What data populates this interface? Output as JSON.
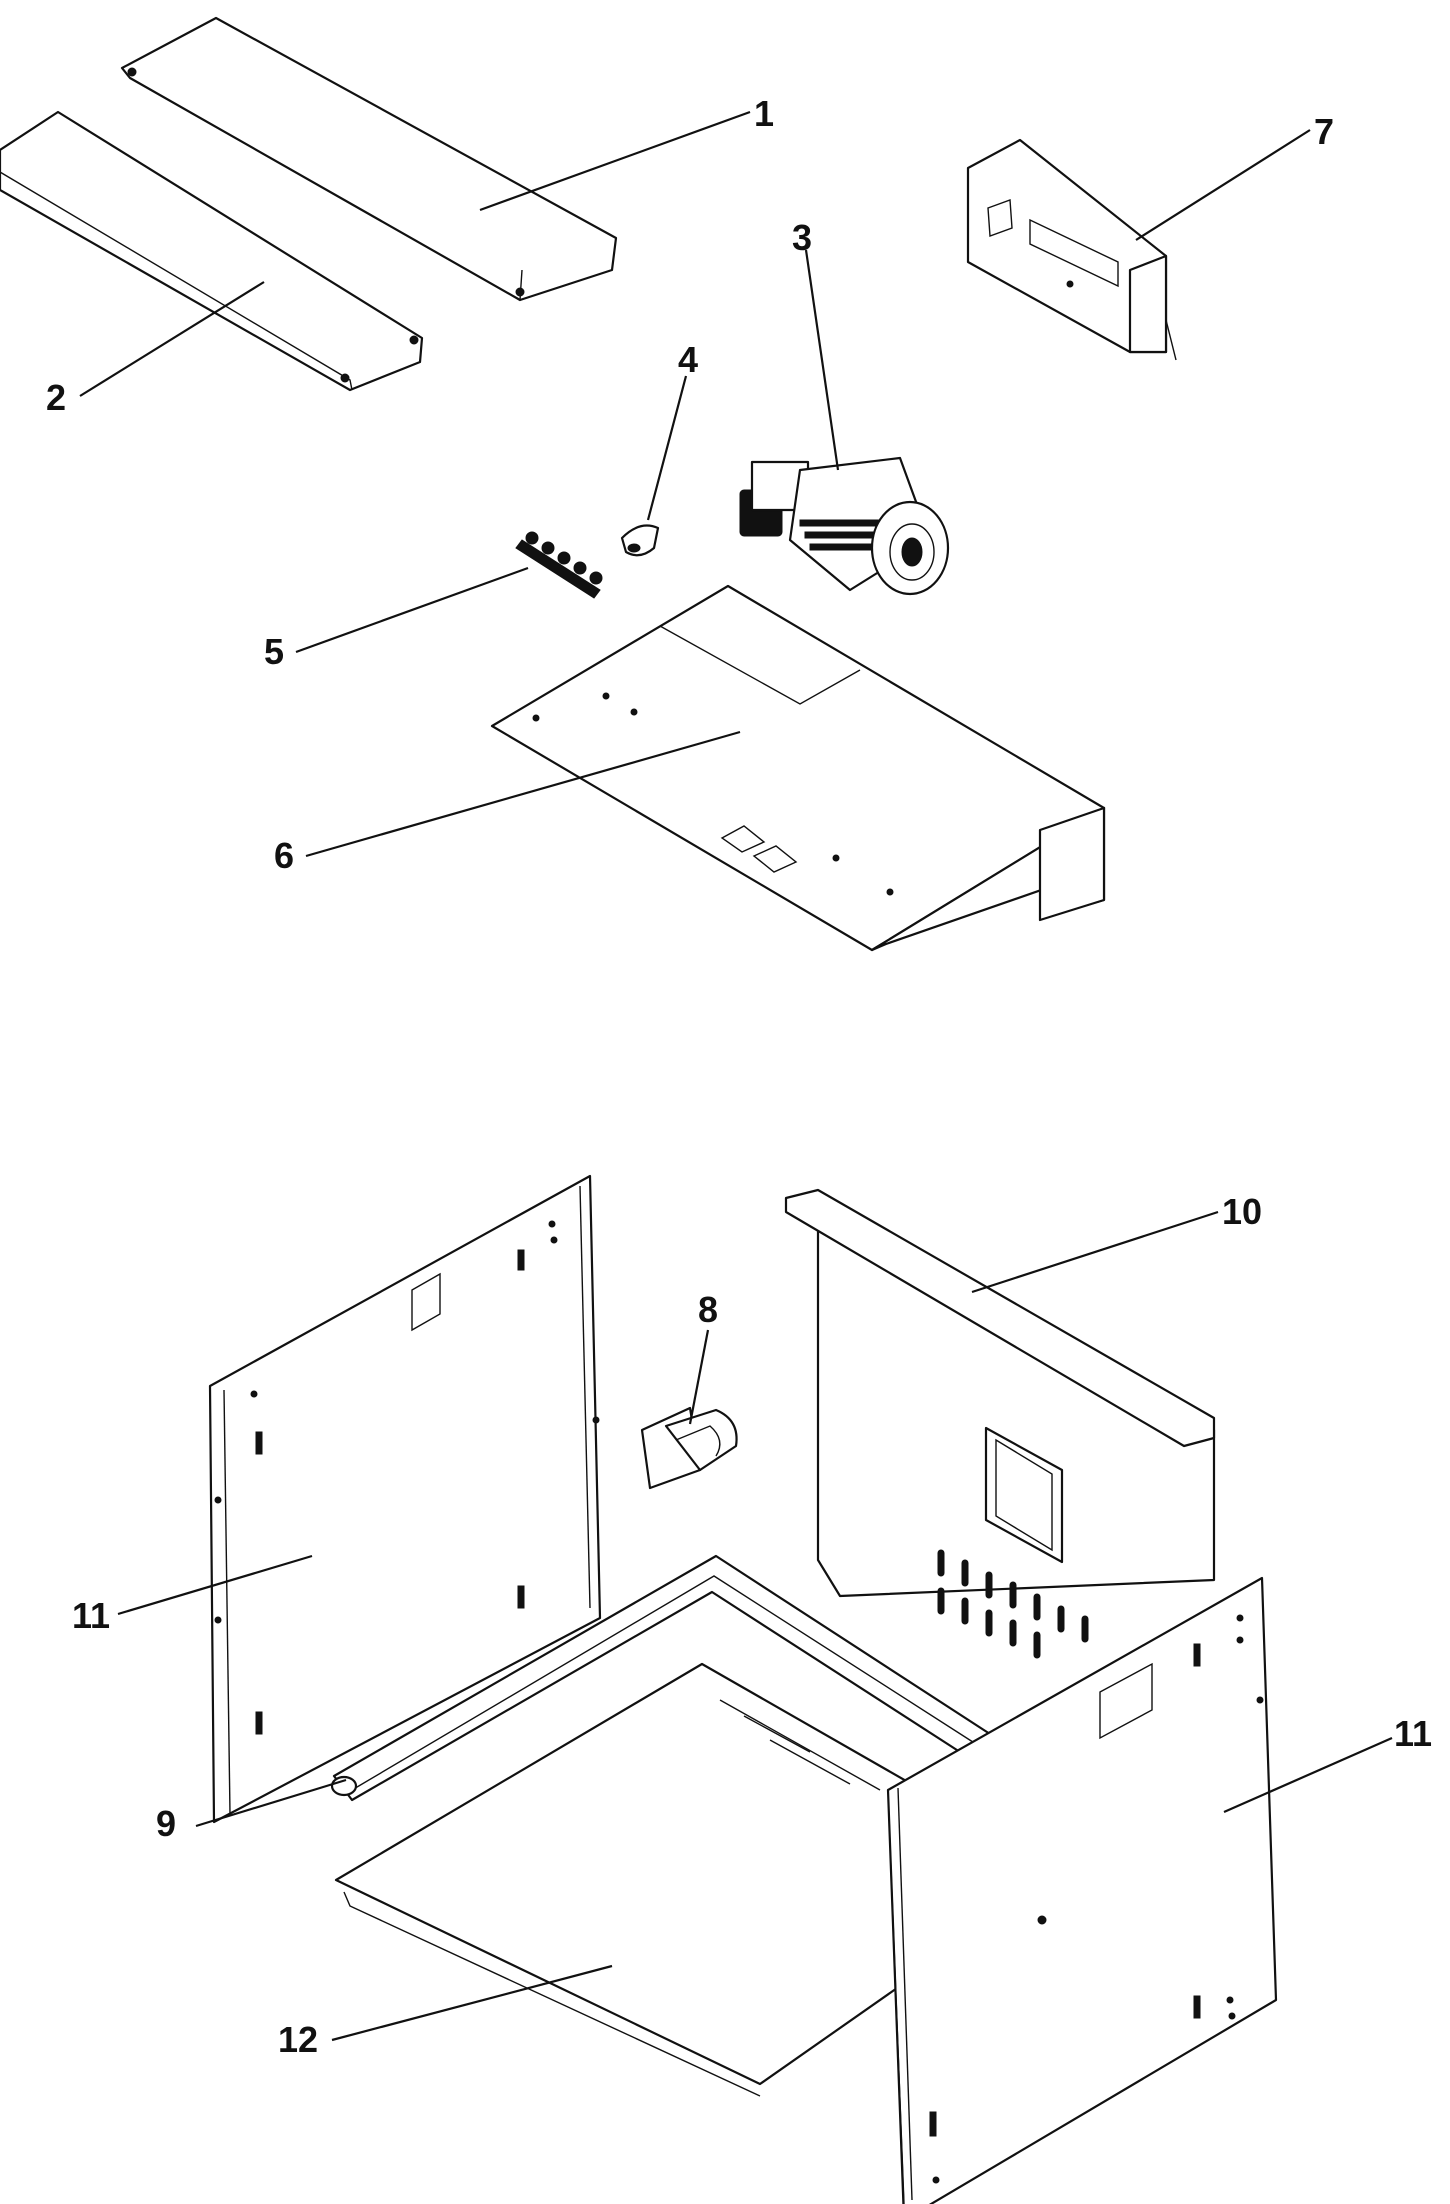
{
  "diagram": {
    "callouts": [
      {
        "id": "1",
        "label": "1"
      },
      {
        "id": "2",
        "label": "2"
      },
      {
        "id": "3",
        "label": "3"
      },
      {
        "id": "4",
        "label": "4"
      },
      {
        "id": "5",
        "label": "5"
      },
      {
        "id": "6",
        "label": "6"
      },
      {
        "id": "7",
        "label": "7"
      },
      {
        "id": "8",
        "label": "8"
      },
      {
        "id": "9",
        "label": "9"
      },
      {
        "id": "10",
        "label": "10"
      },
      {
        "id": "11a",
        "label": "11"
      },
      {
        "id": "11b",
        "label": "11"
      },
      {
        "id": "12",
        "label": "12"
      }
    ]
  },
  "colors": {
    "line": "#111111",
    "background": "#ffffff"
  }
}
